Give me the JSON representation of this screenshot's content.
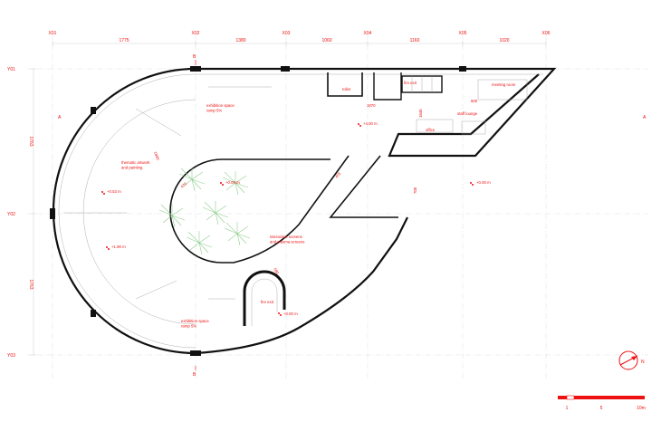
{
  "axes": {
    "columns": [
      "X01",
      "X02",
      "X03",
      "X04",
      "X05",
      "X06"
    ],
    "rows": [
      "Y01",
      "Y02",
      "Y03"
    ],
    "column_dims": [
      "1775",
      "1380",
      "1060",
      "1160",
      "1020"
    ],
    "row_dims": [
      "1763",
      "1763"
    ]
  },
  "section_marks": {
    "a": "A",
    "b": "B"
  },
  "rooms": {
    "toilet": "toilet",
    "fire_exit_top": "fire exit",
    "meeting_room": "meeting room",
    "staff_lounge": "staff lounge",
    "office": "office",
    "fire_exit_bottom": "fire exit",
    "exhibition_top": "exhibition space\nramp 5%",
    "exhibition_bottom": "exhibition space\nramp 5%",
    "thematic": "thematic artwork\nand painting",
    "interactive": "interactive screens\nand plasma screens"
  },
  "levels": {
    "l400": "+4.00 m",
    "l000_center": "+0.00 m",
    "l000_right": "+0.00 m",
    "l053": "+0.53 m",
    "l190": "+1.90 m",
    "l000_stair": "+0.00 m"
  },
  "inner_dims": [
    "1870",
    "1845",
    "600",
    "1800",
    "470",
    "455",
    "700",
    "580"
  ],
  "north": "N",
  "scale": {
    "s1": "1",
    "s5": "5",
    "s10": "10m"
  },
  "colors": {
    "accent": "#e11111",
    "wall": "#111111",
    "vegetation": "#8fcf8f"
  }
}
